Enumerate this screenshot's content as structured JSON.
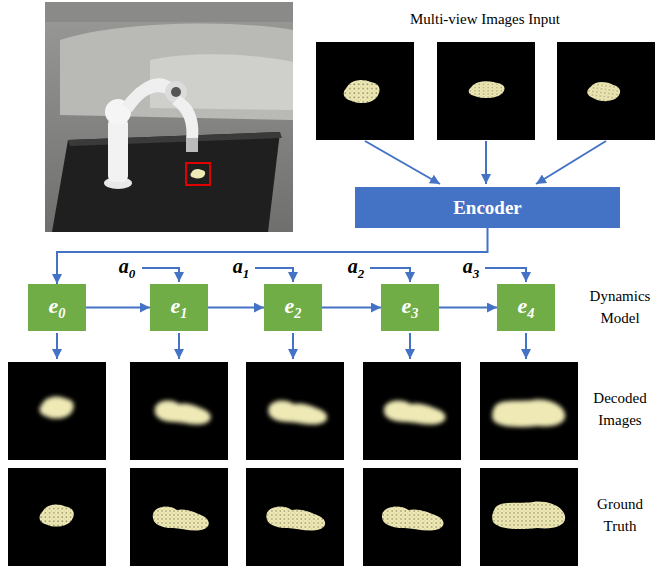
{
  "diagram": {
    "nodes": [
      {
        "text": [
          "Encoder"
        ]
      },
      {
        "text": [
          "e0"
        ]
      },
      {
        "text": [
          "e1"
        ]
      },
      {
        "text": [
          "e2"
        ]
      },
      {
        "text": [
          "e3"
        ]
      },
      {
        "text": [
          "e4"
        ]
      }
    ],
    "edges": [
      {
        "from": 0,
        "to": 1,
        "arrow": "to"
      },
      {
        "from": 1,
        "to": 2,
        "arrow": "to"
      },
      {
        "from": 2,
        "to": 3,
        "arrow": "to"
      },
      {
        "from": 3,
        "to": 4,
        "arrow": "to"
      },
      {
        "from": 4,
        "to": 5,
        "arrow": "to"
      }
    ],
    "labels": [
      "Multi-view Images Input",
      "a0",
      "a1",
      "a2",
      "a3",
      "Dynamics Model",
      "Decoded Images",
      "Ground Truth"
    ]
  }
}
